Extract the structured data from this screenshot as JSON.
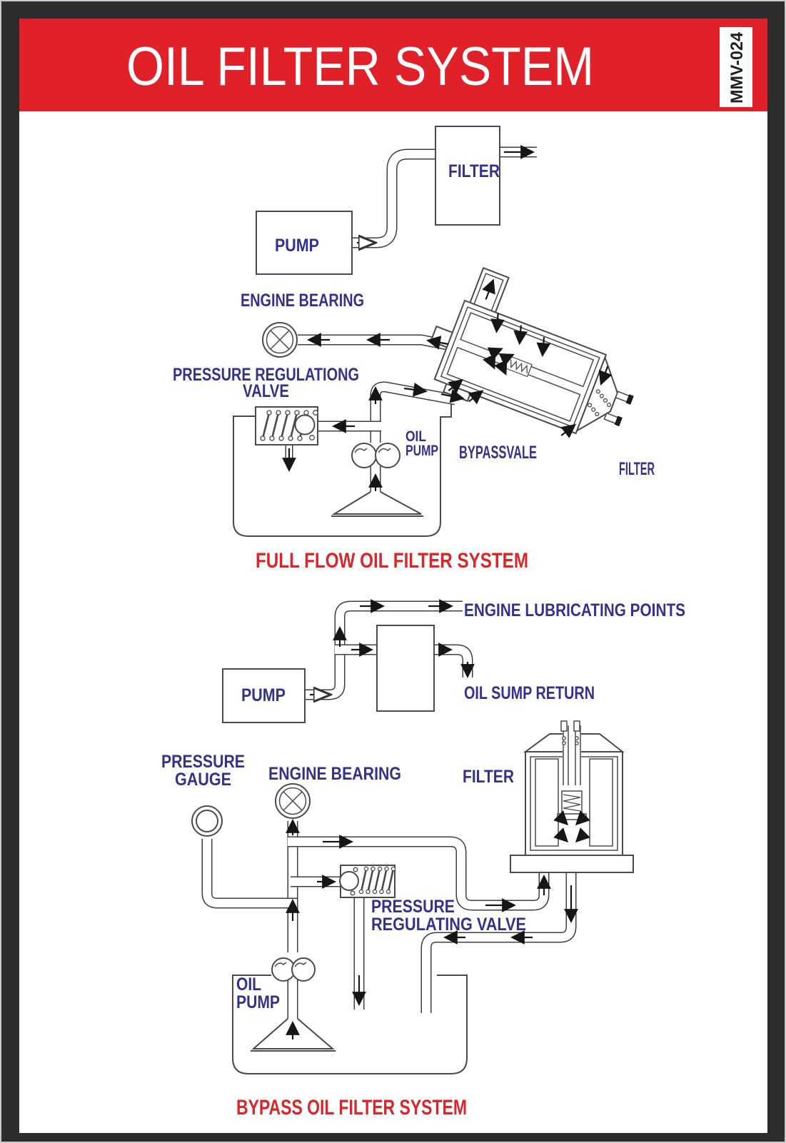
{
  "header": {
    "title": "OIL FILTER SYSTEM",
    "code": "MMV-024",
    "banner_color": "#e1212a",
    "title_color": "#ffffff"
  },
  "colors": {
    "label_text": "#32328e",
    "caption_text": "#d9262b",
    "line": "#3f3f3f",
    "frame": "#2c2c2c"
  },
  "full_flow_diagram": {
    "caption": "FULL FLOW OIL FILTER SYSTEM",
    "labels": {
      "filter_box": "FILTER",
      "pump_box": "PUMP",
      "engine_bearing": "ENGINE BEARING",
      "prv_line1": "PRESSURE REGULATIONG",
      "prv_line2": "VALVE",
      "oil_pump_line1": "OIL",
      "oil_pump_line2": "PUMP",
      "bypass_valve": "BYPASSVALE",
      "filter_cartridge": "FILTER"
    }
  },
  "bypass_diagram": {
    "caption": "BYPASS OIL FILTER SYSTEM",
    "labels": {
      "pump_box": "PUMP",
      "engine_lubricating_points": "ENGINE LUBRICATING POINTS",
      "oil_sump_return": "OIL SUMP RETURN",
      "pressure_gauge_line1": "PRESSURE",
      "pressure_gauge_line2": "GAUGE",
      "engine_bearing": "ENGINE BEARING",
      "filter": "FILTER",
      "prv_line1": "PRESSURE",
      "prv_line2": "REGULATING VALVE",
      "oil_pump_line1": "OIL",
      "oil_pump_line2": "PUMP"
    }
  }
}
